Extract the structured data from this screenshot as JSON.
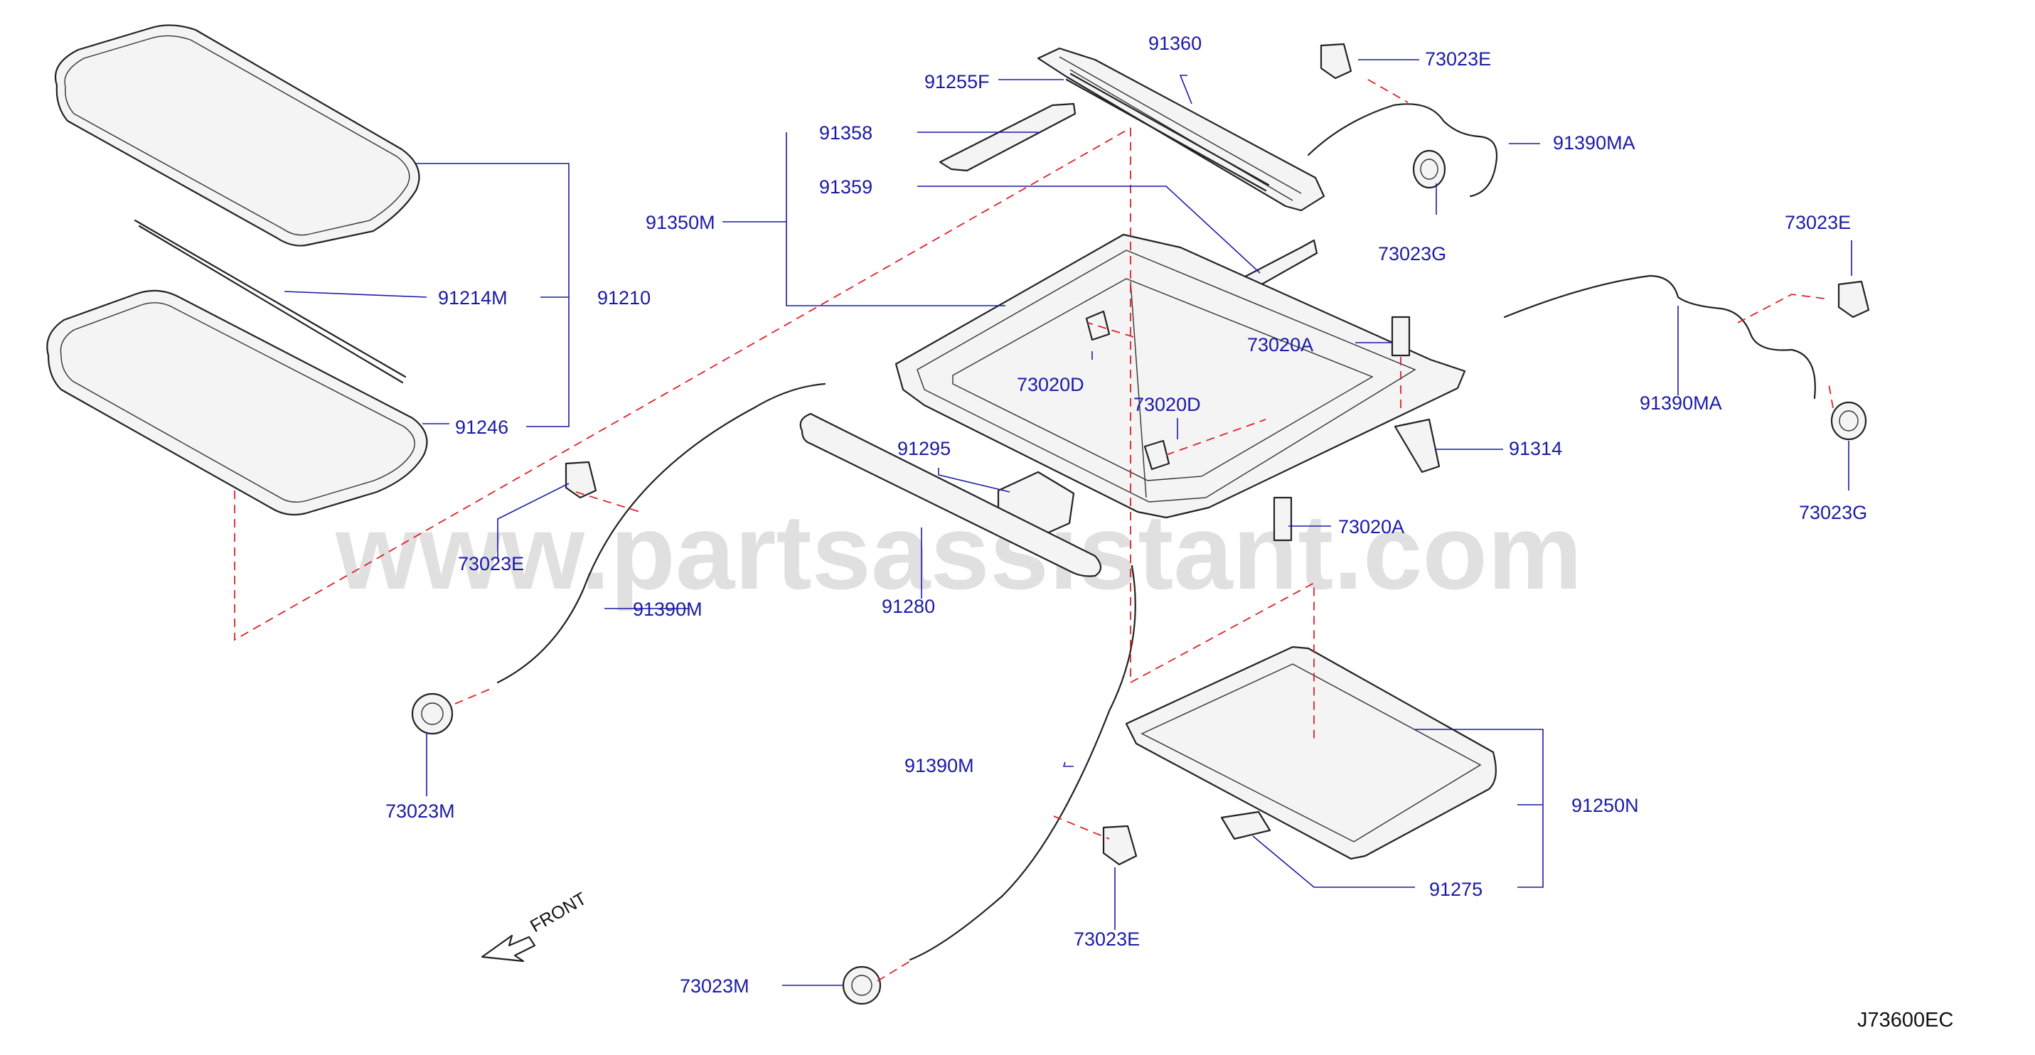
{
  "diagram": {
    "watermark": "www.partsassistant.com",
    "diagram_code": "J73600EC",
    "direction_label": "FRONT",
    "labels": {
      "p91360": "91360",
      "p91255F": "91255F",
      "p91358": "91358",
      "p91359": "91359",
      "p91350M": "91350M",
      "p73023E_top": "73023E",
      "p91390MA_top": "91390MA",
      "p73023G_top": "73023G",
      "p73023E_right": "73023E",
      "p91390MA_right": "91390MA",
      "p73023G_right": "73023G",
      "p73020A_top": "73020A",
      "p73020D_a": "73020D",
      "p73020D_b": "73020D",
      "p91314": "91314",
      "p73020A_bottom": "73020A",
      "p91295": "91295",
      "p91280": "91280",
      "p91214M": "91214M",
      "p91210": "91210",
      "p91246": "91246",
      "p73023E_left": "73023E",
      "p91390M_left": "91390M",
      "p73023M_left": "73023M",
      "p91390M_bottom": "91390M",
      "p73023E_bottom": "73023E",
      "p73023M_bottom": "73023M",
      "p91250N": "91250N",
      "p91275": "91275"
    }
  }
}
